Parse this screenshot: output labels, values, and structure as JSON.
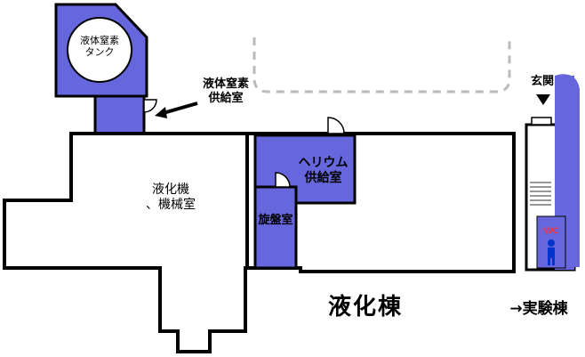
{
  "map": {
    "rooms": {
      "tank": "液体窒素\nタンク",
      "ln2_supply": "液体窒素\n供給室",
      "liquefier": "液化機\n、機械室",
      "helium_supply": "ヘリウム\n供給室",
      "lathe": "旋盤室"
    },
    "building": "液化棟",
    "to_lab": "→実験棟",
    "entrance": "玄関",
    "wc": "WC"
  },
  "colors": {
    "room_fill": "#6666dd",
    "wall": "#000000",
    "outline_road": "#bbbbbb",
    "wc_text": "#ff3333",
    "person": "#0033cc"
  }
}
